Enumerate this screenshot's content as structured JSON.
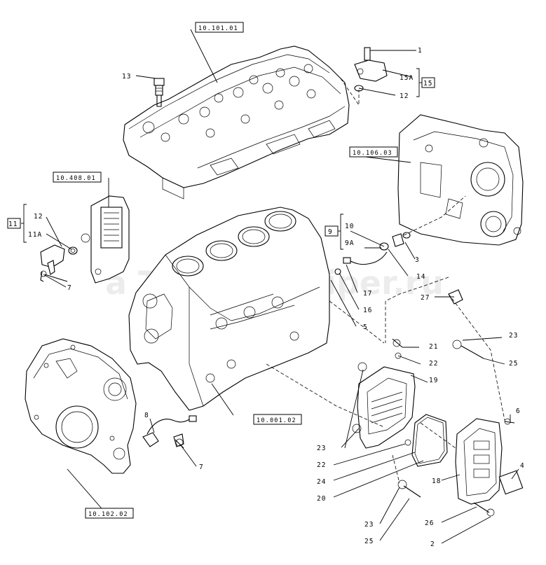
{
  "watermark": "a Tractor-Epiper.ru",
  "reference_boxes": {
    "cylinder_head": "10.101.01",
    "flywheel_housing": "10.106.03",
    "oil_filter_support": "10.408.01",
    "engine_block": "10.001.02",
    "timing_cover": "10.102.02"
  },
  "group_boxes": {
    "g15": "15",
    "g11": "11",
    "g9": "9"
  },
  "callouts": {
    "c1": "1",
    "c15a": "15A",
    "c12_top": "12",
    "c13": "13",
    "c12_left": "12",
    "c11a": "11A",
    "c7_left": "7",
    "c10": "10",
    "c9a": "9A",
    "c3": "3",
    "c14": "14",
    "c17": "17",
    "c16": "16",
    "c5": "5",
    "c27": "27",
    "c23_right": "23",
    "c21": "21",
    "c22_right": "22",
    "c25_right": "25",
    "c19": "19",
    "c6": "6",
    "c8": "8",
    "c7_bottom": "7",
    "c23_mid": "23",
    "c22_mid": "22",
    "c24": "24",
    "c20": "20",
    "c18": "18",
    "c4": "4",
    "c23_bottom": "23",
    "c25_bottom": "25",
    "c26": "26",
    "c2": "2"
  }
}
